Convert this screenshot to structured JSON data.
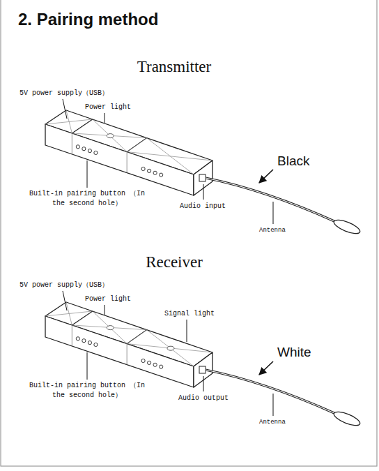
{
  "diagram": {
    "title": "2. Pairing method",
    "labels": [
      "Transmitter",
      "5V power supply（USB）",
      "Power light",
      "Black",
      "Built-in pairing button （In the second hole）",
      "Audio input",
      "Antenna",
      "Receiver",
      "5V power supply（USB）",
      "Power light",
      "Signal light",
      "White",
      "Built-in pairing button （In the second hole）",
      "Audio output",
      "Antenna"
    ]
  }
}
